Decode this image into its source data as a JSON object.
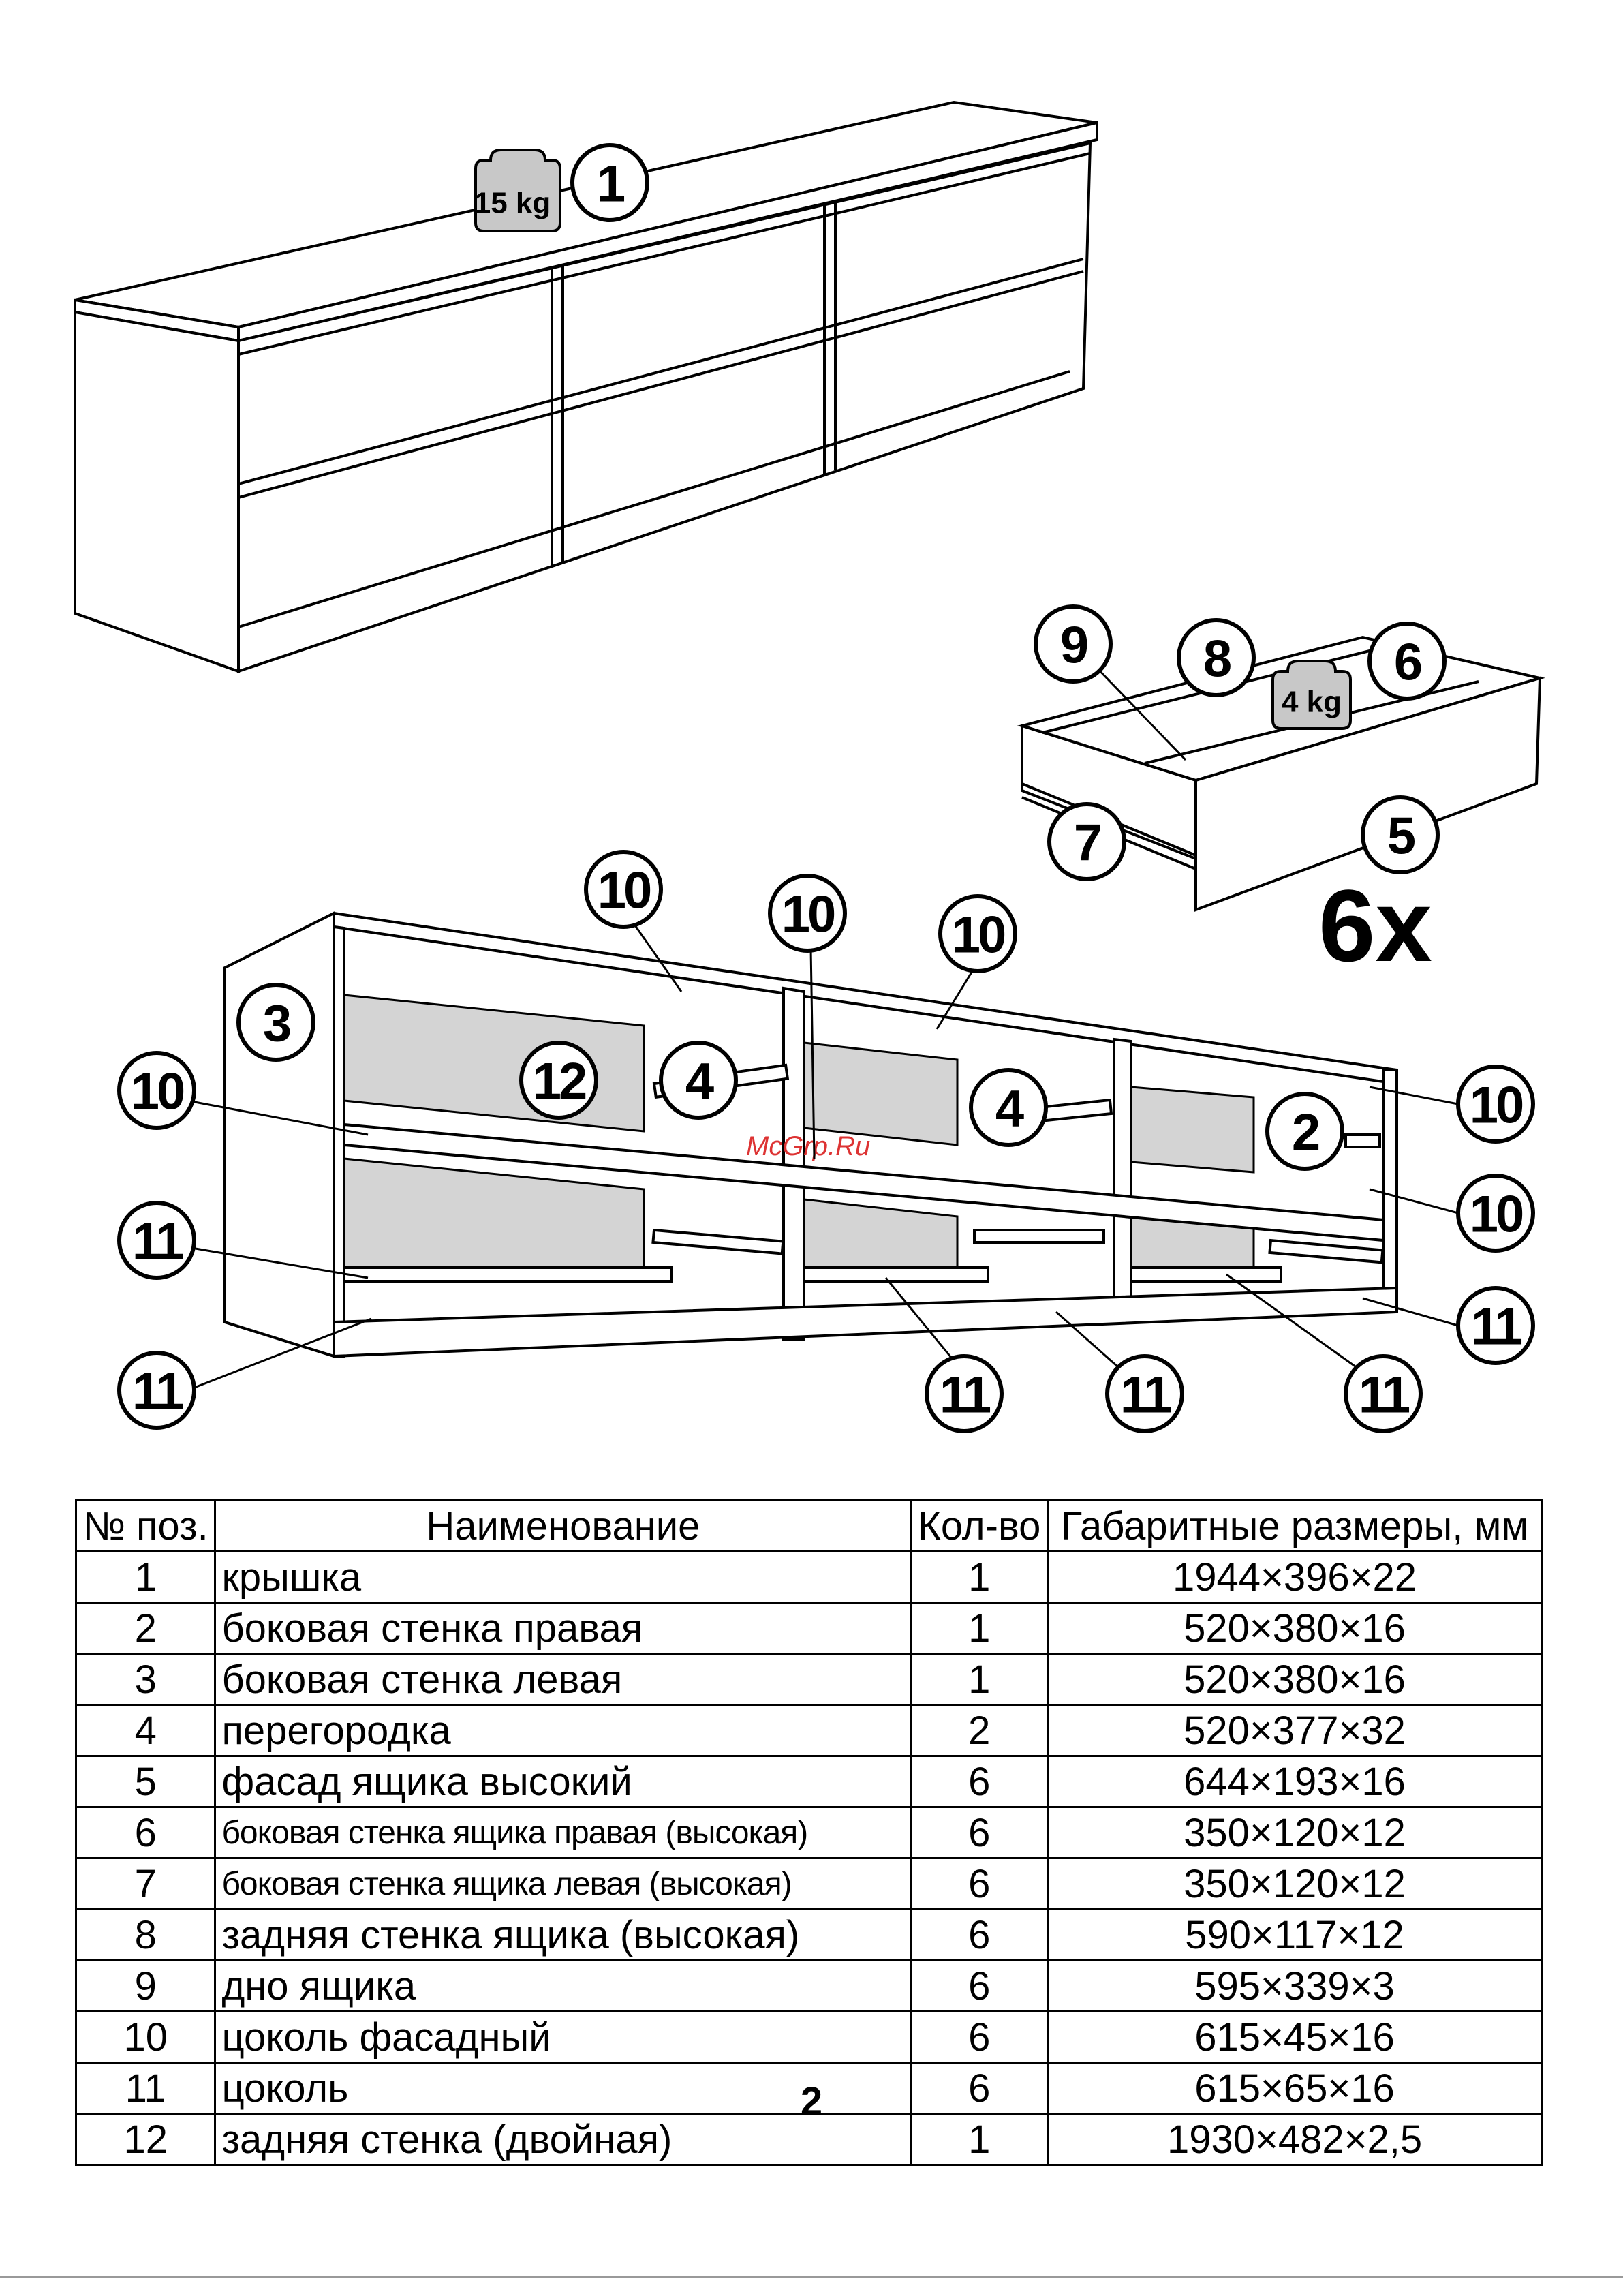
{
  "drawing": {
    "callouts": [
      "1",
      "2",
      "3",
      "4",
      "5",
      "6",
      "7",
      "8",
      "9",
      "10",
      "11",
      "12"
    ],
    "weights": {
      "top": "15 kg",
      "drawer": "4 kg"
    },
    "drawer_multiplier": "6x",
    "watermark": "McGrp.Ru"
  },
  "table": {
    "headers": [
      "№ поз.",
      "Наименование",
      "Кол-во",
      "Габаритные размеры, мм"
    ],
    "rows": [
      {
        "pos": "1",
        "name": "крышка",
        "qty": "1",
        "dims": "1944×396×22"
      },
      {
        "pos": "2",
        "name": "боковая стенка правая",
        "qty": "1",
        "dims": "520×380×16"
      },
      {
        "pos": "3",
        "name": "боковая стенка левая",
        "qty": "1",
        "dims": "520×380×16"
      },
      {
        "pos": "4",
        "name": "перегородка",
        "qty": "2",
        "dims": "520×377×32"
      },
      {
        "pos": "5",
        "name": "фасад ящика высокий",
        "qty": "6",
        "dims": "644×193×16"
      },
      {
        "pos": "6",
        "name": "боковая стенка ящика правая (высокая)",
        "qty": "6",
        "dims": "350×120×12"
      },
      {
        "pos": "7",
        "name": "боковая стенка ящика левая (высокая)",
        "qty": "6",
        "dims": "350×120×12"
      },
      {
        "pos": "8",
        "name": "задняя стенка ящика (высокая)",
        "qty": "6",
        "dims": "590×117×12"
      },
      {
        "pos": "9",
        "name": "дно ящика",
        "qty": "6",
        "dims": "595×339×3"
      },
      {
        "pos": "10",
        "name": "цоколь фасадный",
        "qty": "6",
        "dims": "615×45×16"
      },
      {
        "pos": "11",
        "name": "цоколь",
        "qty": "6",
        "dims": "615×65×16"
      },
      {
        "pos": "12",
        "name": "задняя стенка (двойная)",
        "qty": "1",
        "dims": "1930×482×2,5"
      }
    ]
  },
  "page_number": "2"
}
